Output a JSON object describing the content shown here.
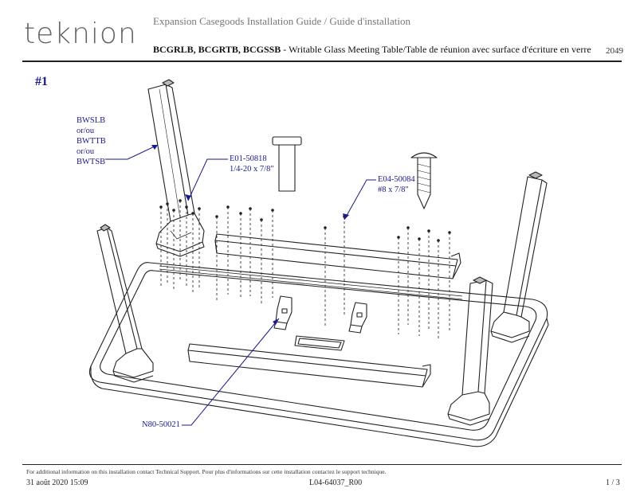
{
  "header": {
    "brand": "teknion",
    "guide_title": "Expansion Casegoods  Installation Guide / Guide d'installation",
    "models": "BCGRLB, BCGRTB, BCGSSB",
    "product_name": " - Writable Glass Meeting Table/Table de réunion avec surface d'écriture en verre",
    "code": "2049"
  },
  "step": {
    "label": "#1"
  },
  "callouts": {
    "leg": {
      "line1": "BWSLB",
      "line2": "or/ou",
      "line3": "BWTTB",
      "line4": "or/ou",
      "line5": "BWTSB"
    },
    "bolt": {
      "part": "E01-50818",
      "spec": "1/4-20 x 7/8\""
    },
    "screw": {
      "part": "E04-50084",
      "spec": "#8 x 7/8\""
    },
    "bracket": {
      "part": "N80-50021"
    }
  },
  "footer": {
    "note": "For additional information on this installation contact Technical Support.   Pour plus d'informations sur cette installation contactez le support technique.",
    "date": "31 août 2020 15:09",
    "doc_number": "L04-64037_R00",
    "page": "1 / 3"
  },
  "colors": {
    "callout": "#1a1a8c",
    "line_art": "#222222"
  }
}
